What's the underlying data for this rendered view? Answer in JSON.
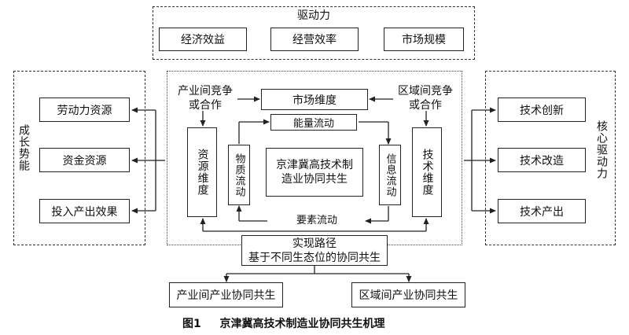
{
  "top": {
    "title": "驱动力",
    "items": [
      "经济效益",
      "经营效率",
      "市场规模"
    ]
  },
  "left": {
    "title": "成长势能",
    "items": [
      "劳动力资源",
      "资金资源",
      "投入产出效果"
    ]
  },
  "right": {
    "title": "核心驱动力",
    "items": [
      "技术创新",
      "技术改造",
      "技术产出"
    ]
  },
  "center": {
    "industry_competition": "产业间竞争或合作",
    "region_competition": "区域间竞争或合作",
    "market_dimension": "市场维度",
    "energy_flow": "能量流动",
    "resource_dimension": "资源维度",
    "material_flow": "物质流动",
    "core": "京津冀高技术制造业协同共生",
    "info_flow": "信息流动",
    "tech_dimension": "技术维度",
    "element_flow": "要素流动"
  },
  "path": {
    "title": "实现路径",
    "subtitle": "基于不同生态位的协同共生",
    "left": "产业间产业协同共生",
    "right": "区域间产业协同共生"
  },
  "caption": {
    "number": "图1",
    "text": "京津冀高技术制造业协同共生机理"
  }
}
